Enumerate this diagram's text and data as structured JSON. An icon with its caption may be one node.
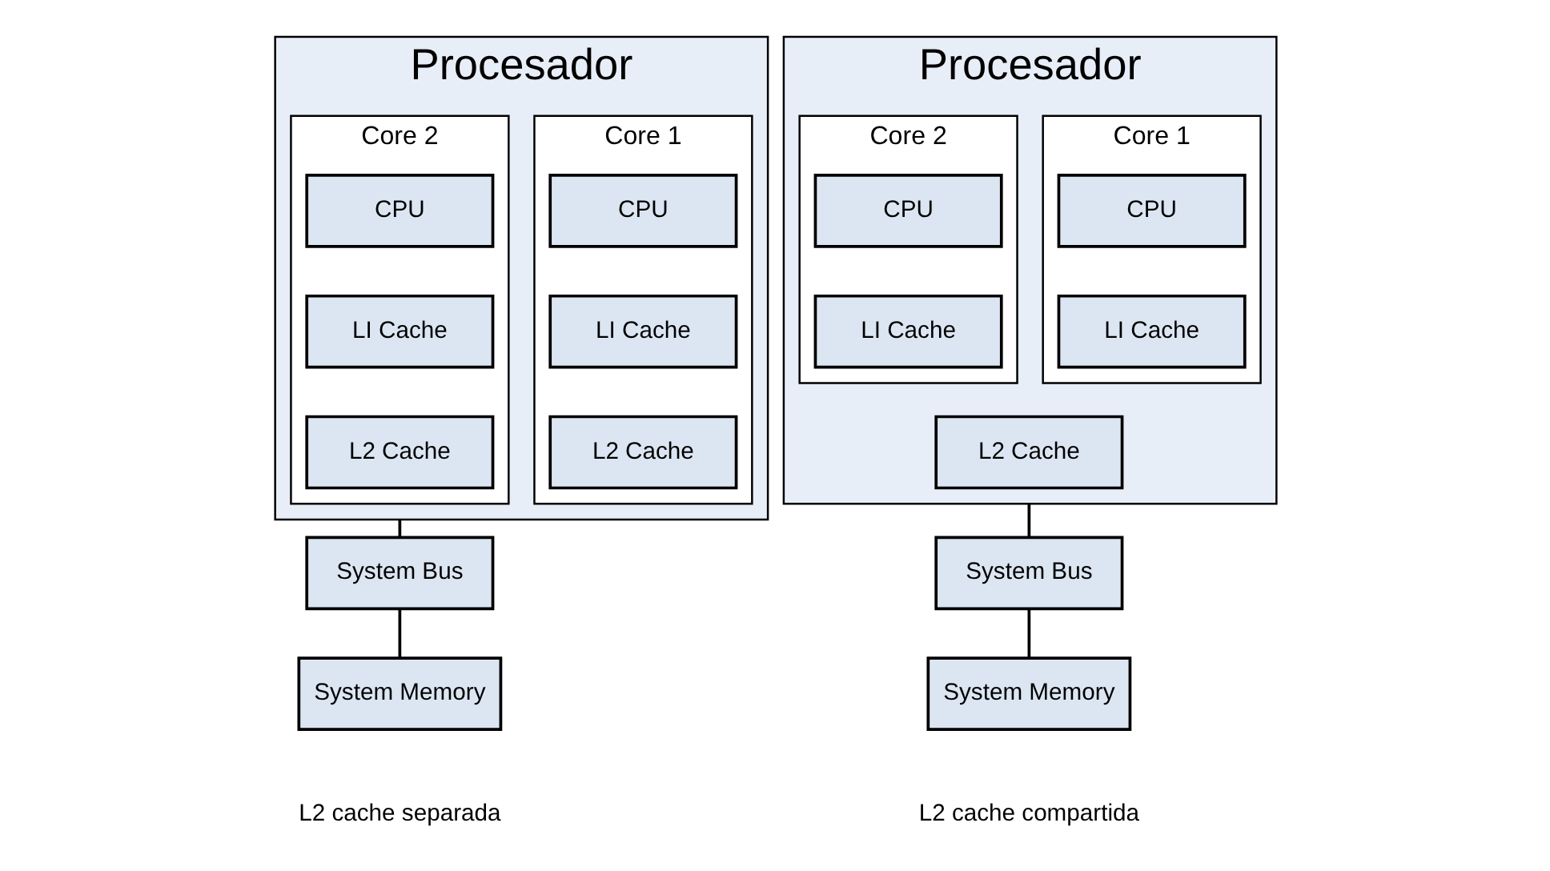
{
  "diagram": {
    "nodes": [
      {
        "text": [
          "Procesador"
        ]
      },
      {
        "text": [
          "Core 1"
        ],
        "in": 0
      },
      {
        "text": [
          "CPU"
        ],
        "in": 1
      },
      {
        "text": [
          "LI Cache"
        ],
        "in": 1
      },
      {
        "text": [
          "L2 Cache"
        ],
        "in": 1
      },
      {
        "text": [
          "Core 2"
        ],
        "in": 0
      },
      {
        "text": [
          "CPU"
        ],
        "in": 5
      },
      {
        "text": [
          "LI Cache"
        ],
        "in": 5
      },
      {
        "text": [
          "L2 Cache"
        ],
        "in": 5
      },
      {
        "text": [
          "System Bus"
        ]
      },
      {
        "text": [
          "System Memory"
        ]
      },
      {
        "text": [
          "Procesador"
        ]
      },
      {
        "text": [
          "Core 1"
        ],
        "in": 11
      },
      {
        "text": [
          "CPU"
        ],
        "in": 12
      },
      {
        "text": [
          "LI Cache"
        ],
        "in": 12
      },
      {
        "text": [
          "Core 2"
        ],
        "in": 11
      },
      {
        "text": [
          "CPU"
        ],
        "in": 15
      },
      {
        "text": [
          "LI Cache"
        ],
        "in": 15
      },
      {
        "text": [
          "L2 Cache"
        ],
        "in": 11
      },
      {
        "text": [
          "System Bus"
        ]
      },
      {
        "text": [
          "System Memory"
        ]
      }
    ],
    "edges": [
      {
        "from": 0,
        "to": 9,
        "arrow": "none"
      },
      {
        "from": 9,
        "to": 10,
        "arrow": "none"
      },
      {
        "from": 11,
        "to": 19,
        "arrow": "none"
      },
      {
        "from": 19,
        "to": 20,
        "arrow": "none"
      }
    ],
    "labels": [
      "L2 cache separada",
      "L2 cache compartida"
    ]
  }
}
